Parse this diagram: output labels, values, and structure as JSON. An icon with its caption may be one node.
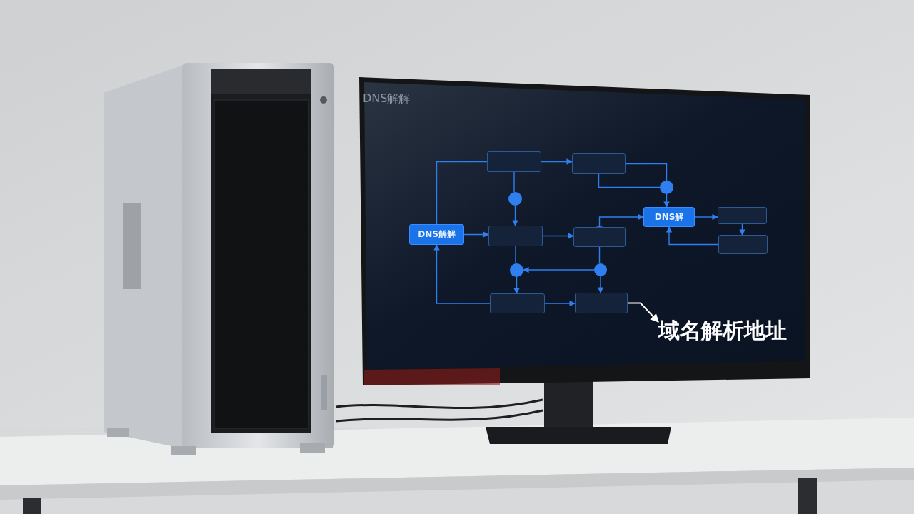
{
  "diagram": {
    "title": "DNS解解",
    "nodes": [
      {
        "text": [
          "DNS解解"
        ]
      },
      {
        "text": [],
        "shape": "box"
      },
      {
        "text": [],
        "shape": "box"
      },
      {
        "text": [],
        "shape": "circle"
      },
      {
        "text": [],
        "shape": "circle"
      },
      {
        "text": [
          "DNS解"
        ]
      },
      {
        "text": [],
        "shape": "box"
      },
      {
        "text": [],
        "shape": "box"
      },
      {
        "text": [],
        "shape": "box"
      },
      {
        "text": [],
        "shape": "box"
      },
      {
        "text": [],
        "shape": "circle"
      },
      {
        "text": [],
        "shape": "circle"
      },
      {
        "text": [],
        "shape": "box"
      },
      {
        "text": [],
        "shape": "box"
      },
      {
        "text": [
          "域名解析地址"
        ]
      }
    ],
    "edges": [
      {
        "from": 0,
        "to": 1,
        "arrow": "none"
      },
      {
        "from": 1,
        "to": 2,
        "arrow": "to"
      },
      {
        "from": 2,
        "to": 4,
        "arrow": "none"
      },
      {
        "from": 2,
        "to": 4,
        "arrow": "none"
      },
      {
        "from": 4,
        "to": 5,
        "arrow": "to"
      },
      {
        "from": 1,
        "to": 3,
        "arrow": "none"
      },
      {
        "from": 3,
        "to": 6,
        "arrow": "to"
      },
      {
        "from": 0,
        "to": 6,
        "arrow": "to"
      },
      {
        "from": 6,
        "to": 7,
        "arrow": "to"
      },
      {
        "from": 7,
        "to": 5,
        "arrow": "both"
      },
      {
        "from": 5,
        "to": 8,
        "arrow": "to"
      },
      {
        "from": 8,
        "to": 9,
        "arrow": "to"
      },
      {
        "from": 9,
        "to": 5,
        "arrow": "to"
      },
      {
        "from": 6,
        "to": 10,
        "arrow": "none"
      },
      {
        "from": 10,
        "to": 12,
        "arrow": "to"
      },
      {
        "from": 7,
        "to": 11,
        "arrow": "none"
      },
      {
        "from": 11,
        "to": 13,
        "arrow": "to"
      },
      {
        "from": 11,
        "to": 10,
        "arrow": "to"
      },
      {
        "from": 12,
        "to": 0,
        "arrow": "to"
      },
      {
        "from": 12,
        "to": 13,
        "arrow": "to"
      },
      {
        "from": 13,
        "to": 14,
        "arrow": "to",
        "color": "#ffffff"
      }
    ]
  }
}
